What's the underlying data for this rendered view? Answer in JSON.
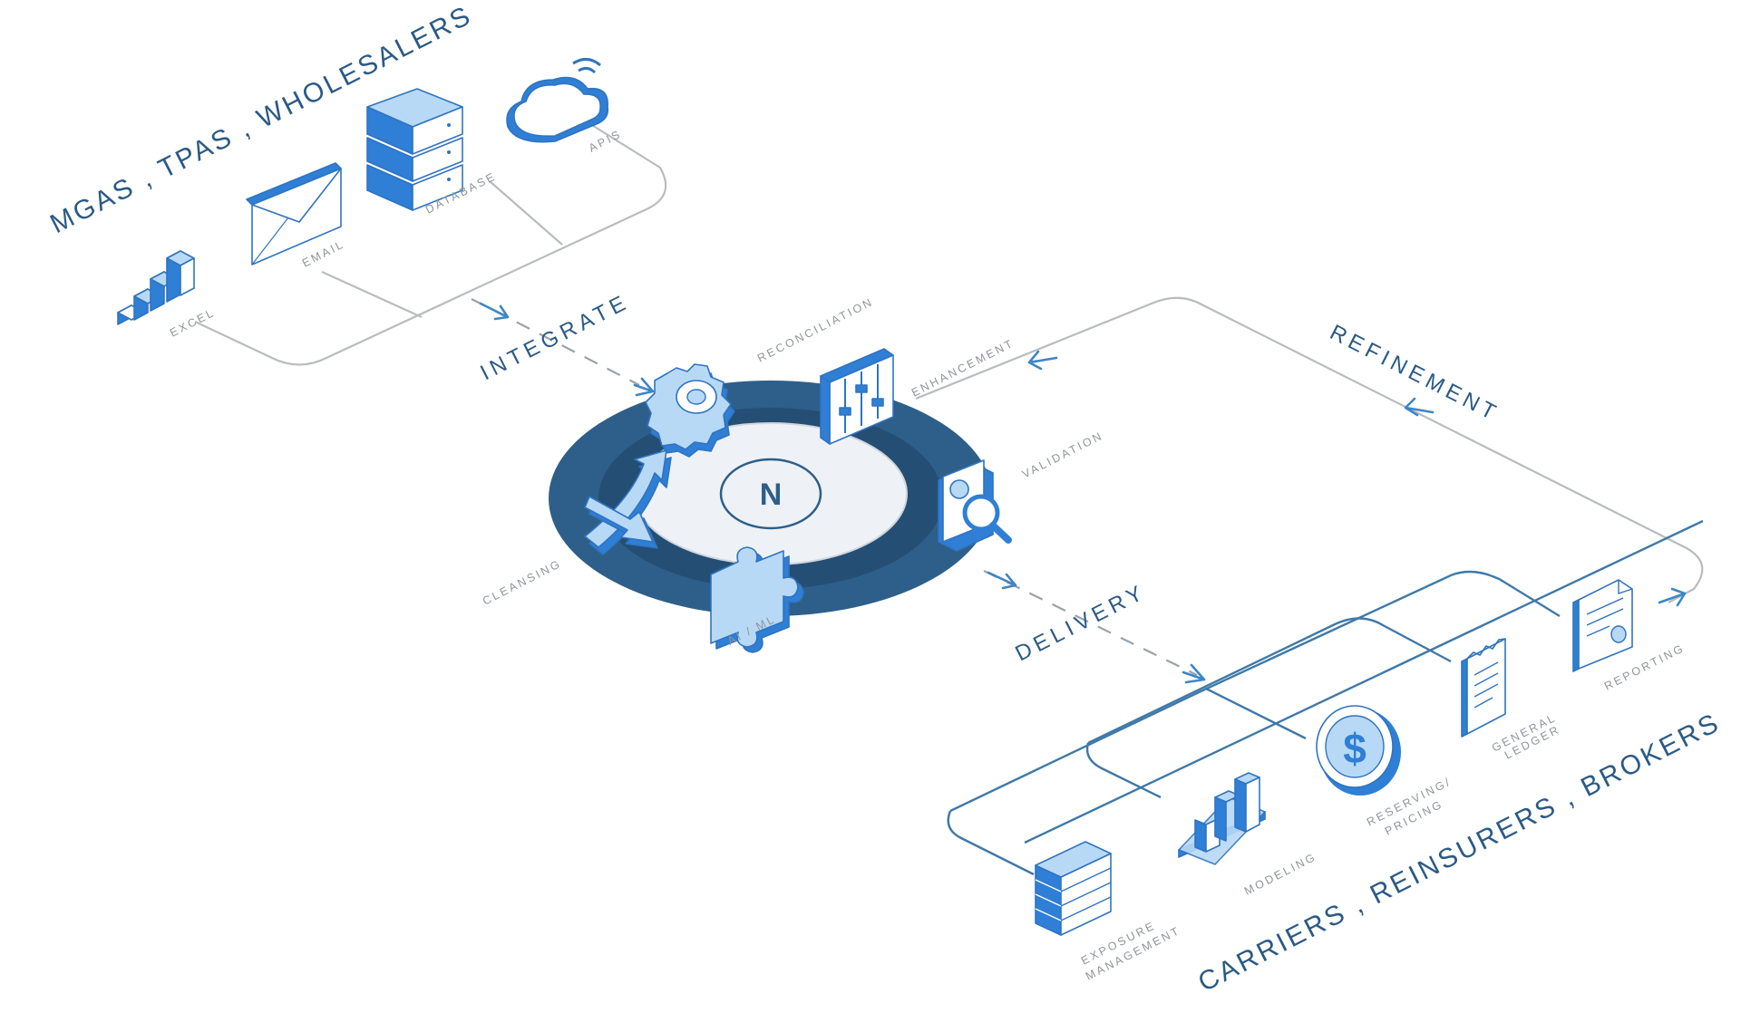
{
  "headings": {
    "sources": "MGAS , TPAS , WHOLESALERS",
    "destinations": "CARRIERS , REINSURERS , BROKERS"
  },
  "flows": {
    "integrate": "INTEGRATE",
    "delivery": "DELIVERY",
    "refinement": "REFINEMENT"
  },
  "sources": [
    {
      "label": "EXCEL",
      "icon": "bar-chart-icon"
    },
    {
      "label": "EMAIL",
      "icon": "envelope-icon"
    },
    {
      "label": "DATABASE",
      "icon": "database-icon"
    },
    {
      "label": "APIS",
      "icon": "cloud-icon"
    }
  ],
  "hub": {
    "logo_letter": "N",
    "processes": [
      {
        "label": "RECONCILIATION",
        "icon": "gear-icon"
      },
      {
        "label": "ENHANCEMENT",
        "icon": "sliders-icon"
      },
      {
        "label": "VALIDATION",
        "icon": "magnifier-icon"
      },
      {
        "label": "AI / ML",
        "icon": "puzzle-icon"
      },
      {
        "label": "CLEANSING",
        "icon": "cross-arrows-icon"
      }
    ]
  },
  "outputs": [
    {
      "label_line1": "EXPOSURE",
      "label_line2": "MANAGEMENT",
      "icon": "brick-wall-icon"
    },
    {
      "label_line1": "MODELING",
      "label_line2": "",
      "icon": "bar-chart-icon"
    },
    {
      "label_line1": "RESERVING/",
      "label_line2": "PRICING",
      "icon": "dollar-coin-icon"
    },
    {
      "label_line1": "GENERAL",
      "label_line2": "LEDGER",
      "icon": "receipt-icon"
    },
    {
      "label_line1": "REPORTING",
      "label_line2": "",
      "icon": "document-icon"
    }
  ],
  "colors": {
    "primary_blue": "#2f7fd6",
    "light_blue": "#b8d9f6",
    "dark_ring": "#2d5f8a",
    "heading_text": "#2a5a86",
    "label_text": "#8f959c",
    "connector_gray": "#b9bcbf",
    "connector_blue": "#3f79a8"
  }
}
